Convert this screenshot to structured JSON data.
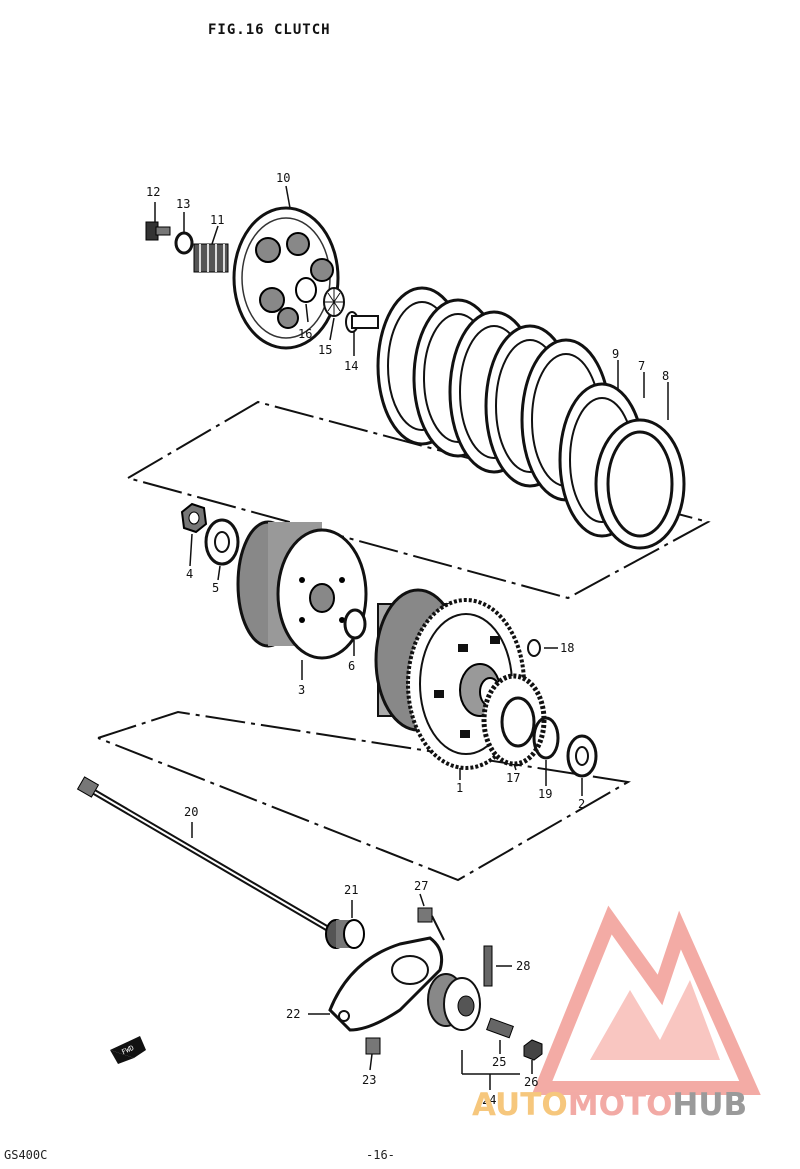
{
  "figure": {
    "title": "FIG.16 CLUTCH"
  },
  "footer": {
    "model": "GS400C",
    "page": "-16-"
  },
  "watermark": {
    "part1": "AUTO",
    "part2": "MOTO",
    "part3": "HUB",
    "colors": {
      "auto": "#f6c77d",
      "moto": "#f2aaa5",
      "hub": "#9a9a9a",
      "logo": "#f08f87"
    }
  },
  "arrow_label": "FWD",
  "parts": [
    {
      "id": "p1",
      "label": "1"
    },
    {
      "id": "p2",
      "label": "2"
    },
    {
      "id": "p3",
      "label": "3"
    },
    {
      "id": "p4",
      "label": "4"
    },
    {
      "id": "p5",
      "label": "5"
    },
    {
      "id": "p6",
      "label": "6"
    },
    {
      "id": "p7",
      "label": "7"
    },
    {
      "id": "p8",
      "label": "8"
    },
    {
      "id": "p9",
      "label": "9"
    },
    {
      "id": "p10",
      "label": "10"
    },
    {
      "id": "p11",
      "label": "11"
    },
    {
      "id": "p12",
      "label": "12"
    },
    {
      "id": "p13",
      "label": "13"
    },
    {
      "id": "p14",
      "label": "14"
    },
    {
      "id": "p15",
      "label": "15"
    },
    {
      "id": "p16",
      "label": "16"
    },
    {
      "id": "p17",
      "label": "17"
    },
    {
      "id": "p18",
      "label": "18"
    },
    {
      "id": "p19",
      "label": "19"
    },
    {
      "id": "p20",
      "label": "20"
    },
    {
      "id": "p21",
      "label": "21"
    },
    {
      "id": "p22",
      "label": "22"
    },
    {
      "id": "p23",
      "label": "23"
    },
    {
      "id": "p24",
      "label": "24"
    },
    {
      "id": "p25",
      "label": "25"
    },
    {
      "id": "p26",
      "label": "26"
    },
    {
      "id": "p27",
      "label": "27"
    },
    {
      "id": "p28",
      "label": "28"
    }
  ]
}
